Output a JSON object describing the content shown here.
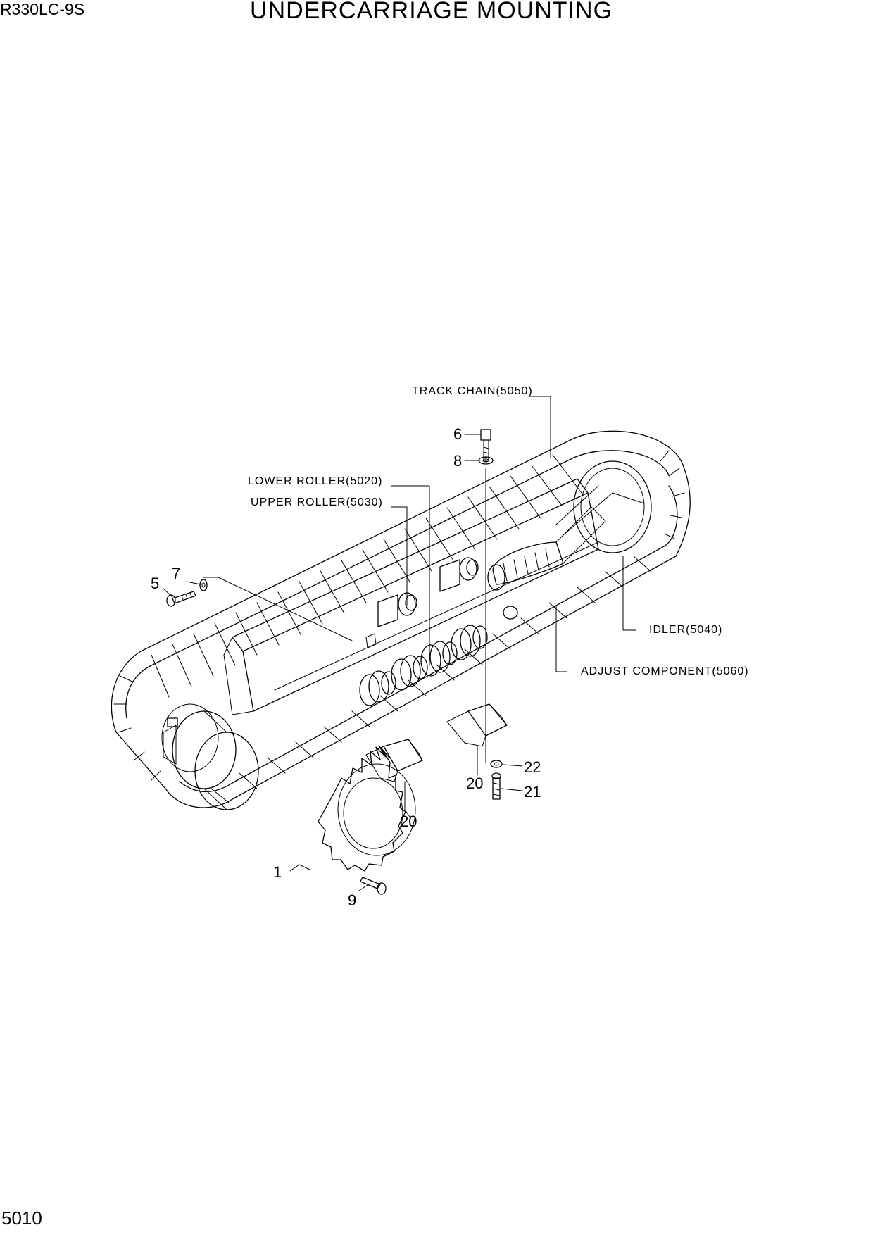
{
  "header": {
    "model": "R330LC-9S",
    "title": "UNDERCARRIAGE MOUNTING"
  },
  "footer": {
    "page_number": "5010"
  },
  "diagram": {
    "group_labels": {
      "track_chain": "TRACK CHAIN(5050)",
      "lower_roller": "LOWER ROLLER(5020)",
      "upper_roller": "UPPER ROLLER(5030)",
      "idler": "IDLER(5040)",
      "adjust_component": "ADJUST COMPONENT(5060)"
    },
    "callouts": {
      "c1": "1",
      "c5": "5",
      "c6": "6",
      "c7": "7",
      "c8": "8",
      "c9": "9",
      "c20a": "20",
      "c20b": "20",
      "c21": "21",
      "c22": "22"
    }
  }
}
